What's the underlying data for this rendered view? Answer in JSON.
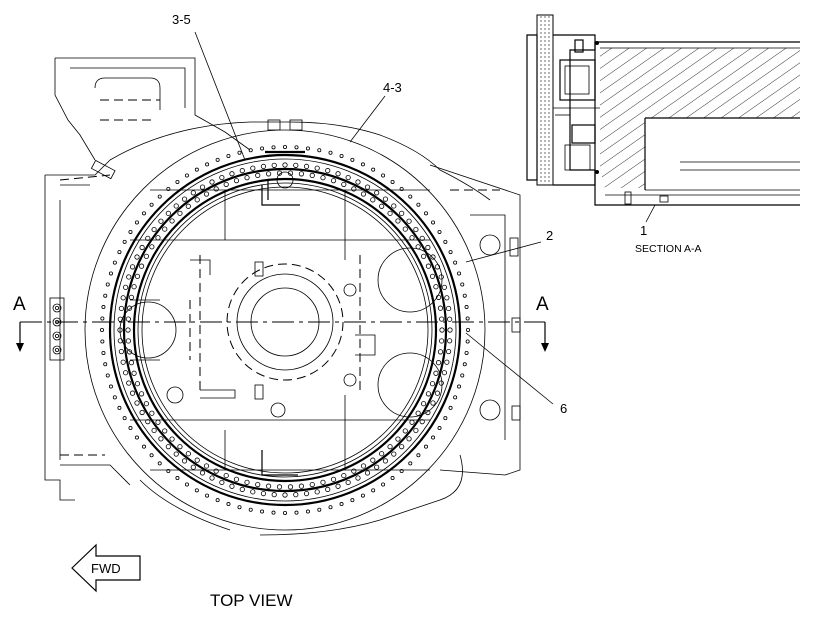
{
  "labels": {
    "part_3_5": "3-5",
    "part_4_3": "4-3",
    "part_2": "2",
    "part_6": "6",
    "part_1": "1",
    "section_left": "A",
    "section_right": "A",
    "section_title": "SECTION A-A",
    "fwd": "FWD",
    "view_title": "TOP VIEW"
  },
  "bolt_rings": [
    {
      "name": "outer-flange-bolts",
      "count": 100,
      "radius": 183
    },
    {
      "name": "inner-ring-outer-bolts",
      "count": 96,
      "radius": 165
    },
    {
      "name": "inner-ring-inner-bolts",
      "count": 90,
      "radius": 157
    }
  ]
}
